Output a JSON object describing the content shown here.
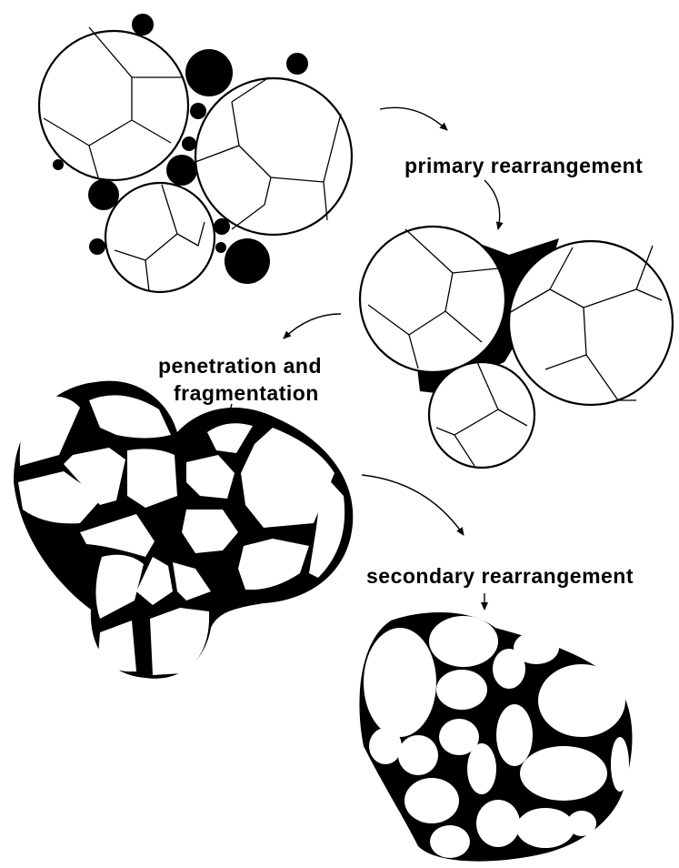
{
  "diagram": {
    "stages": [
      {
        "id": "initial",
        "label": ""
      },
      {
        "id": "primary",
        "label": "primary rearrangement"
      },
      {
        "id": "penetration",
        "label_line1": "penetration and",
        "label_line2": "fragmentation"
      },
      {
        "id": "secondary",
        "label": "secondary rearrangement"
      }
    ]
  }
}
